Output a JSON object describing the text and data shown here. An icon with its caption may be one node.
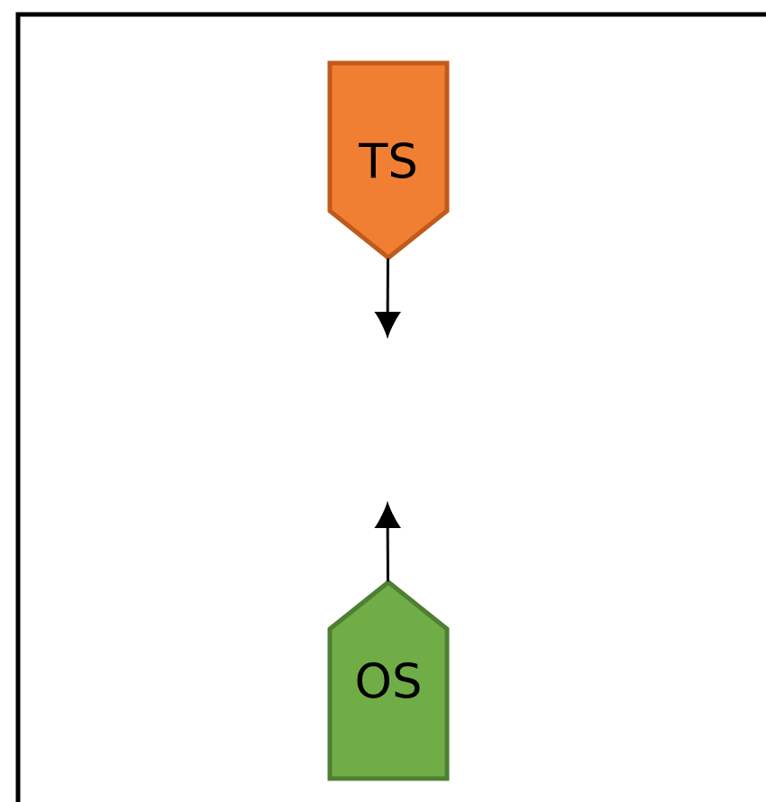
{
  "diagram": {
    "nodes": [
      {
        "text": [
          "TS"
        ]
      },
      {
        "text": [
          "OS"
        ]
      }
    ],
    "edges": [
      {
        "from": 0,
        "to": null,
        "arrow": "to"
      },
      {
        "from": 1,
        "to": null,
        "arrow": "to"
      }
    ]
  }
}
